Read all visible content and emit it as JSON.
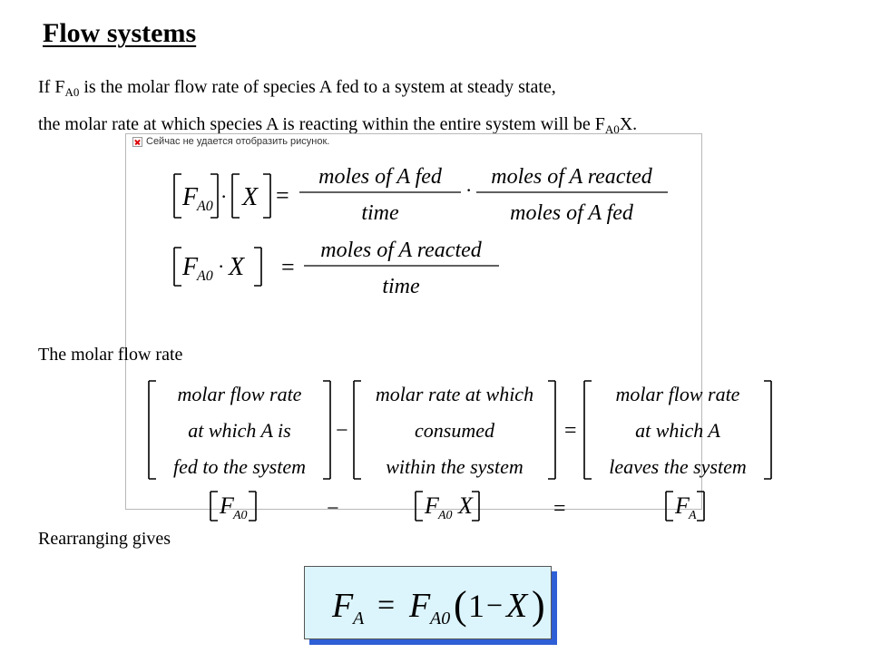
{
  "slide": {
    "title": "Flow systems",
    "line1_pre": "If F",
    "line1_sub": "A0",
    "line1_post": " is the molar flow rate of species A fed to a system at steady state,",
    "line2_pre": "the molar rate at which species A is reacting within the entire system will be F",
    "line2_sub": "A0",
    "line2_post": "X.",
    "broken_image_message": "Сейчас не удается отобразить рисунок.",
    "section_molar_flow": "The molar flow rate",
    "section_rearranging": "Rearranging gives"
  },
  "equations": {
    "eq1": {
      "frac1_num": "moles of  A fed",
      "frac1_den": "time",
      "frac2_num": "moles of  A reacted",
      "frac2_den": "moles of  A  fed"
    },
    "eq2": {
      "frac_num": "moles of  A reacted",
      "frac_den": "time"
    },
    "balance": {
      "m1": [
        "molar  flow rate",
        "at which A is",
        "fed to the system"
      ],
      "m2": [
        "molar rate at which",
        "consumed",
        "within the system"
      ],
      "m3": [
        "molar  flow rate",
        "at which A",
        "leaves the system"
      ]
    }
  },
  "colors": {
    "box_fill": "#dcf4fb",
    "box_shadow": "#2f5fd6"
  },
  "icons": {
    "broken_image": "broken-image-icon"
  }
}
